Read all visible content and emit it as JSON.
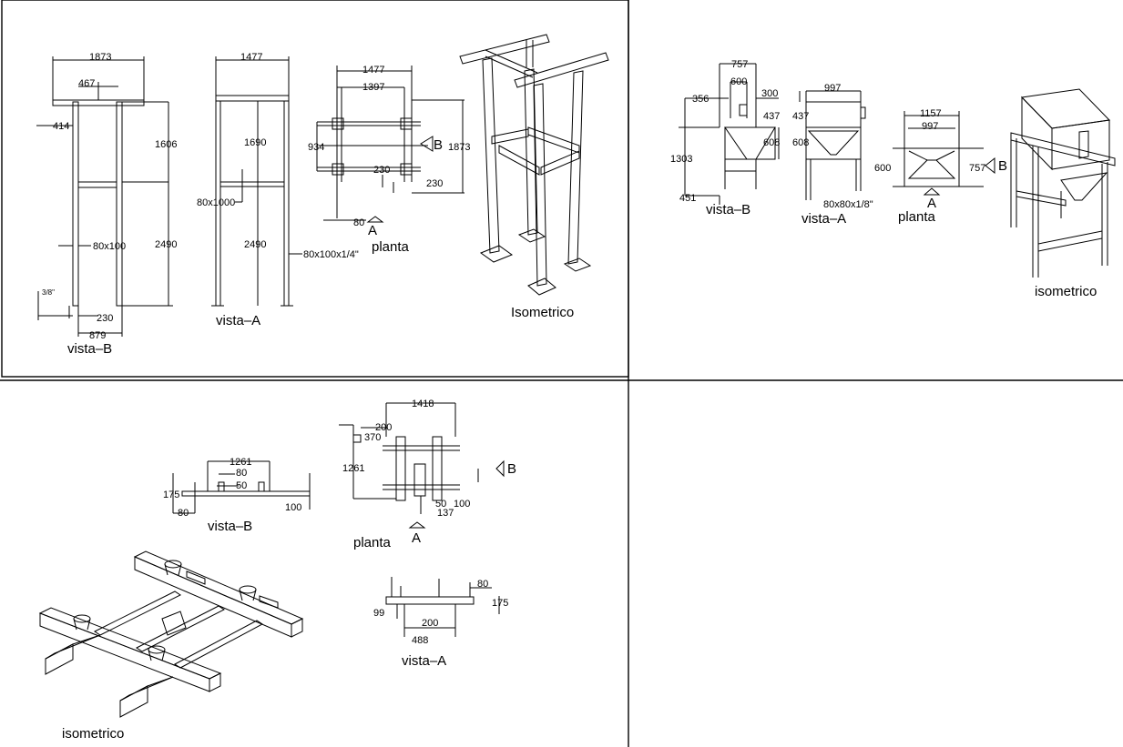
{
  "panels": {
    "top_left": {
      "vista_b": {
        "label": "vista–B",
        "dims": [
          "1873",
          "467",
          "414",
          "1606",
          "80x100",
          "2490",
          "3/8\"",
          "230",
          "879"
        ]
      },
      "vista_a": {
        "label": "vista–A",
        "dims": [
          "1477",
          "1690",
          "80x1000",
          "2490",
          "80x100x1/4\""
        ]
      },
      "planta": {
        "label": "planta",
        "dims": [
          "1477",
          "1397",
          "934",
          "230",
          "230",
          "1873",
          "80"
        ],
        "arrow_a": "A",
        "arrow_b": "B"
      },
      "isometric": {
        "label": "Isometrico"
      }
    },
    "top_right": {
      "vista_b": {
        "label": "vista–B",
        "dims": [
          "757",
          "600",
          "356",
          "300",
          "437",
          "1303",
          "608",
          "451"
        ]
      },
      "vista_a": {
        "label": "vista–A",
        "dims": [
          "997",
          "437",
          "608",
          "80x80x1/8\""
        ]
      },
      "planta": {
        "label": "planta",
        "dims": [
          "1157",
          "997",
          "600",
          "757"
        ],
        "arrow_a": "A",
        "arrow_b": "B"
      },
      "isometric": {
        "label": "isometrico"
      }
    },
    "bottom_left": {
      "vista_b": {
        "label": "vista–B",
        "dims": [
          "1261",
          "80",
          "50",
          "175",
          "80",
          "100"
        ]
      },
      "planta": {
        "label": "planta",
        "dims": [
          "1418",
          "200",
          "370",
          "1261",
          "50",
          "100",
          "137"
        ],
        "arrow_a": "A",
        "arrow_b": "B"
      },
      "vista_a": {
        "label": "vista–A",
        "dims": [
          "80",
          "175",
          "99",
          "200",
          "488"
        ]
      },
      "isometric": {
        "label": "isometrico"
      }
    }
  },
  "colors": {
    "ink": "#000000",
    "paper": "#ffffff"
  }
}
